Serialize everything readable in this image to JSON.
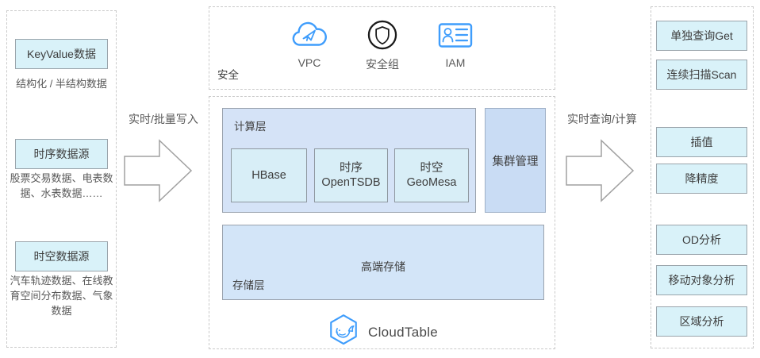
{
  "left_panel": {
    "groups": [
      {
        "box": "KeyValue数据",
        "desc": "结构化 / 半结构数据"
      },
      {
        "box": "时序数据源",
        "desc": "股票交易数据、电表数据、水表数据……"
      },
      {
        "box": "时空数据源",
        "desc": "汽车轨迹数据、在线教育空间分布数据、气象数据"
      }
    ]
  },
  "flow": {
    "write_label": "实时/批量写入",
    "query_label": "实时查询/计算"
  },
  "security_panel": {
    "label": "安全",
    "items": [
      {
        "name": "VPC",
        "icon": "vpc-cloud-icon"
      },
      {
        "name": "安全组",
        "icon": "security-group-shield-icon"
      },
      {
        "name": "IAM",
        "icon": "iam-card-icon"
      }
    ]
  },
  "core_panel": {
    "compute_layer": {
      "label": "计算层",
      "engines": [
        {
          "line1": "HBase",
          "line2": ""
        },
        {
          "line1": "时序",
          "line2": "OpenTSDB"
        },
        {
          "line1": "时空",
          "line2": "GeoMesa"
        }
      ]
    },
    "cluster_mgmt": "集群管理",
    "storage_layer": {
      "label": "存储层",
      "storage": "高端存储"
    },
    "brand": "CloudTable"
  },
  "right_panel": {
    "groups": [
      [
        "单独查询Get",
        "连续扫描Scan"
      ],
      [
        "插值",
        "降精度"
      ],
      [
        "OD分析",
        "移动对象分析",
        "区域分析"
      ]
    ]
  },
  "colors": {
    "accent_blue": "#3f9dfc",
    "box_cyan": "#d9f2f9",
    "compute_fill": "#d5e3f7",
    "engine_fill": "#d8eef7",
    "cluster_fill": "#c9dcf4",
    "storage_fill": "#d3e5f8",
    "dashed_border": "#c9c9c9"
  }
}
